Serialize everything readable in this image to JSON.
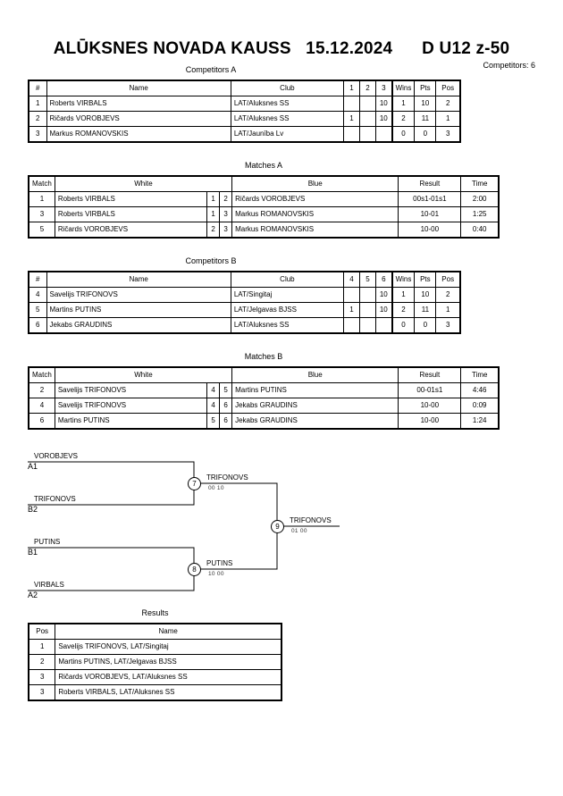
{
  "title": {
    "event": "ALŪKSNES NOVADA KAUSS",
    "date": "15.12.2024",
    "category": "D U12 z-50"
  },
  "competitors_count": "Competitors: 6",
  "pools": [
    {
      "heading": "Competitors A",
      "headers": [
        "#",
        "Name",
        "Club",
        "1",
        "2",
        "3",
        "Wins",
        "Pts",
        "Pos"
      ],
      "rows": [
        {
          "num": "1",
          "name": "Roberts VIRBALS",
          "club": "LAT/Aluksnes SS",
          "s1": "",
          "s2": "",
          "s3": "10",
          "wins": "1",
          "pts": "10",
          "pos": "2"
        },
        {
          "num": "2",
          "name": "Ričards VOROBJEVS",
          "club": "LAT/Aluksnes SS",
          "s1": "1",
          "s2": "",
          "s3": "10",
          "wins": "2",
          "pts": "11",
          "pos": "1"
        },
        {
          "num": "3",
          "name": "Markus ROMANOVSKIS",
          "club": "LAT/Jaunība Lv",
          "s1": "",
          "s2": "",
          "s3": "",
          "wins": "0",
          "pts": "0",
          "pos": "3"
        }
      ],
      "matches_heading": "Matches A",
      "match_headers": [
        "Match",
        "White",
        "Blue",
        "Result",
        "Time"
      ],
      "matches": [
        {
          "match": "1",
          "white": "Roberts VIRBALS",
          "wn": "1",
          "bn": "2",
          "blue": "Ričards VOROBJEVS",
          "result": "00s1-01s1",
          "time": "2:00"
        },
        {
          "match": "3",
          "white": "Roberts VIRBALS",
          "wn": "1",
          "bn": "3",
          "blue": "Markus ROMANOVSKIS",
          "result": "10-01",
          "time": "1:25"
        },
        {
          "match": "5",
          "white": "Ričards VOROBJEVS",
          "wn": "2",
          "bn": "3",
          "blue": "Markus ROMANOVSKIS",
          "result": "10-00",
          "time": "0:40"
        }
      ]
    },
    {
      "heading": "Competitors B",
      "headers": [
        "#",
        "Name",
        "Club",
        "4",
        "5",
        "6",
        "Wins",
        "Pts",
        "Pos"
      ],
      "rows": [
        {
          "num": "4",
          "name": "Savelijs TRIFONOVS",
          "club": "LAT/Singitaj",
          "s1": "",
          "s2": "",
          "s3": "10",
          "wins": "1",
          "pts": "10",
          "pos": "2"
        },
        {
          "num": "5",
          "name": "Martins PUTINS",
          "club": "LAT/Jelgavas BJSS",
          "s1": "1",
          "s2": "",
          "s3": "10",
          "wins": "2",
          "pts": "11",
          "pos": "1"
        },
        {
          "num": "6",
          "name": "Jekabs GRAUDINS",
          "club": "LAT/Aluksnes SS",
          "s1": "",
          "s2": "",
          "s3": "",
          "wins": "0",
          "pts": "0",
          "pos": "3"
        }
      ],
      "matches_heading": "Matches B",
      "match_headers": [
        "Match",
        "White",
        "Blue",
        "Result",
        "Time"
      ],
      "matches": [
        {
          "match": "2",
          "white": "Savelijs TRIFONOVS",
          "wn": "4",
          "bn": "5",
          "blue": "Martins PUTINS",
          "result": "00-01s1",
          "time": "4:46"
        },
        {
          "match": "4",
          "white": "Savelijs TRIFONOVS",
          "wn": "4",
          "bn": "6",
          "blue": "Jekabs GRAUDINS",
          "result": "10-00",
          "time": "0:09"
        },
        {
          "match": "6",
          "white": "Martins PUTINS",
          "wn": "5",
          "bn": "6",
          "blue": "Jekabs GRAUDINS",
          "result": "10-00",
          "time": "1:24"
        }
      ]
    }
  ],
  "bracket": {
    "semi1": {
      "top_name": "VOROBJEVS",
      "top_seed": "A1",
      "bottom_name": "TRIFONOVS",
      "bottom_seed": "B2",
      "match": "7",
      "winner": "TRIFONOVS",
      "score": "00  10"
    },
    "semi2": {
      "top_name": "PUTINS",
      "top_seed": "B1",
      "bottom_name": "VIRBALS",
      "bottom_seed": "A2",
      "match": "8",
      "winner": "PUTINS",
      "score": "10  00"
    },
    "final": {
      "match": "9",
      "winner": "TRIFONOVS",
      "score": "01  00"
    }
  },
  "results": {
    "heading": "Results",
    "headers": [
      "Pos",
      "Name"
    ],
    "rows": [
      {
        "pos": "1",
        "name": "Savelijs TRIFONOVS, LAT/Singitaj"
      },
      {
        "pos": "2",
        "name": "Martins PUTINS, LAT/Jelgavas BJSS"
      },
      {
        "pos": "3",
        "name": "Ričards VOROBJEVS, LAT/Aluksnes SS"
      },
      {
        "pos": "3",
        "name": "Roberts VIRBALS, LAT/Aluksnes SS"
      }
    ]
  }
}
